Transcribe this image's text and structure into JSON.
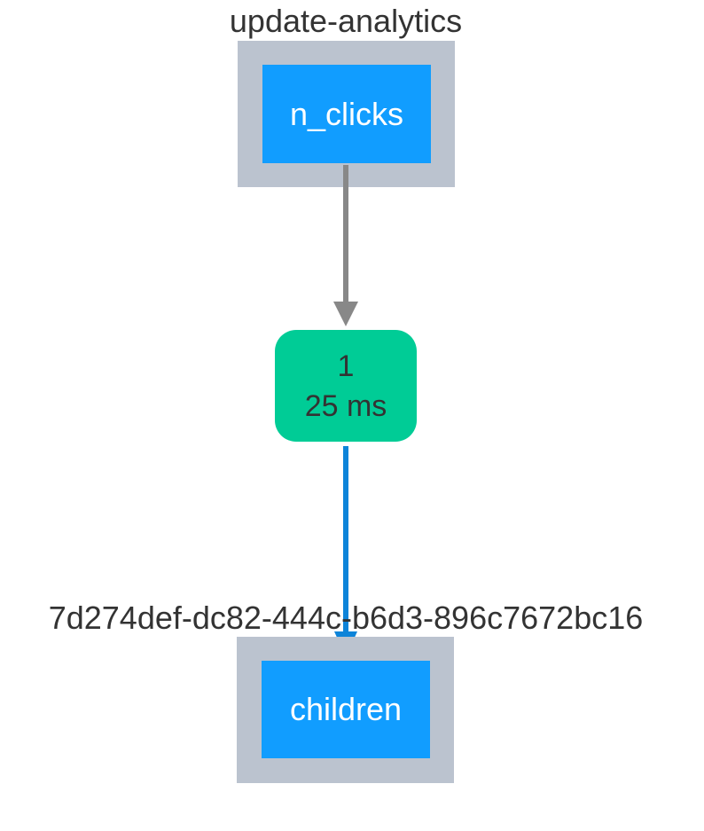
{
  "source_component": {
    "id": "update-analytics",
    "property": "n_clicks"
  },
  "callback": {
    "count": "1",
    "duration": "25 ms"
  },
  "target_component": {
    "id": "7d274def-dc82-444c-b6d3-896c7672bc16",
    "property": "children"
  },
  "colors": {
    "component_frame": "#bbc3cf",
    "property_box": "#119dff",
    "callback_node": "#00cc96",
    "input_edge": "#888888",
    "output_edge": "#0d84d9",
    "label_text": "#333333",
    "property_text": "#ffffff"
  }
}
